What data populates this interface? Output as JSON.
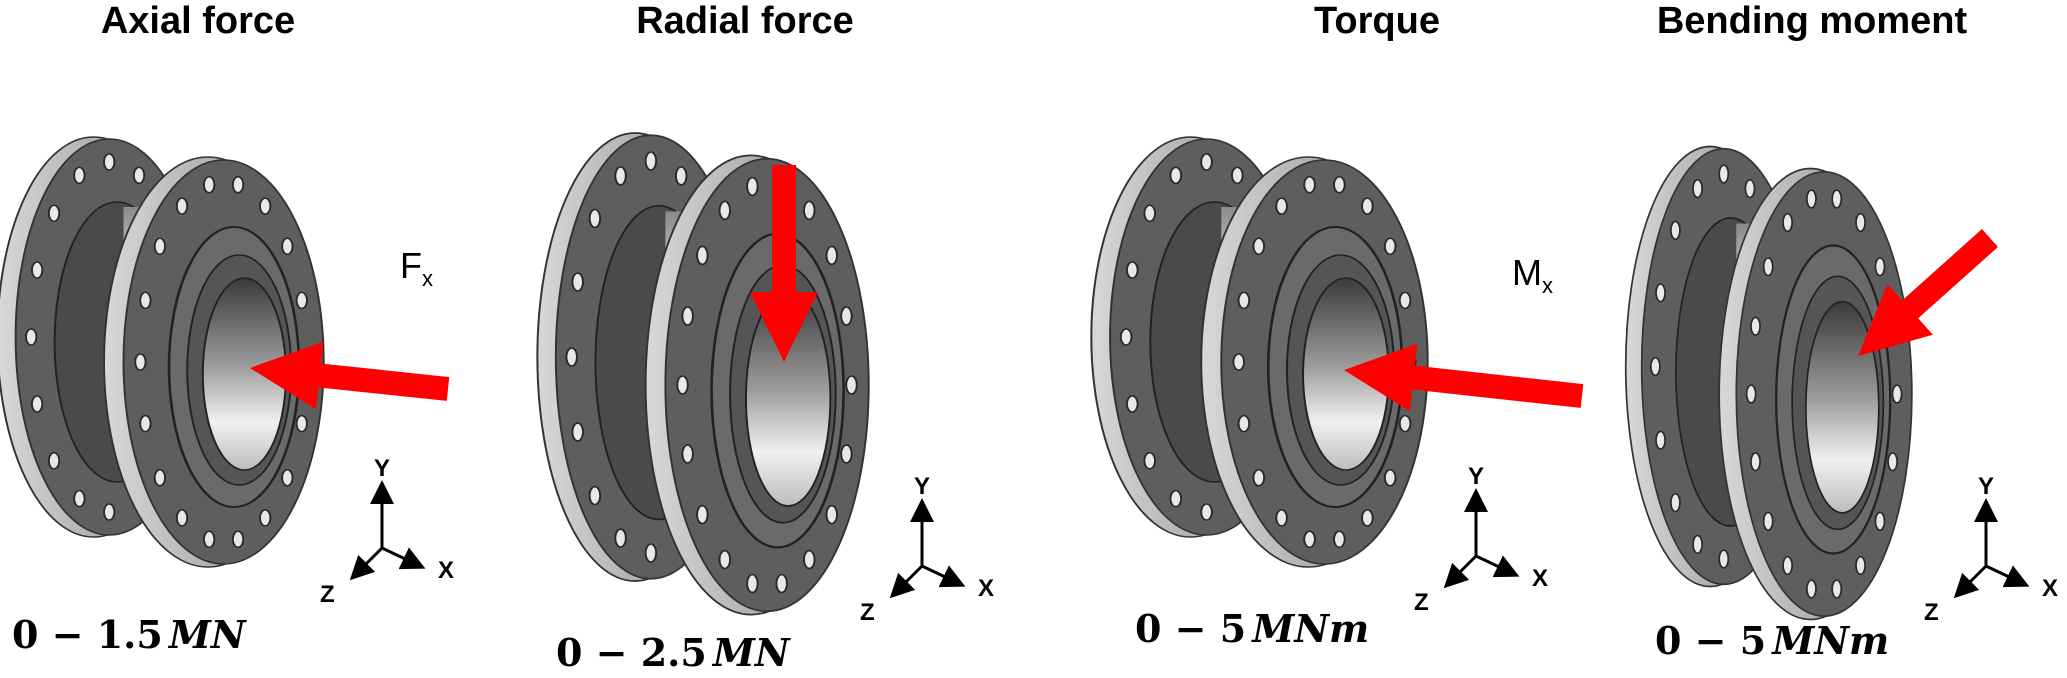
{
  "panels": [
    {
      "title": "Axial force",
      "range_value": "0 − 1.5",
      "range_unit": "MN",
      "load_label": "F",
      "load_sub": "x"
    },
    {
      "title": "Radial force",
      "range_value": "0 − 2.5",
      "range_unit": "MN"
    },
    {
      "title": "Torque",
      "range_value": "0 − 5",
      "range_unit": "MNm",
      "load_label": "M",
      "load_sub": "x"
    },
    {
      "title": "Bending moment",
      "range_value": "0 − 5",
      "range_unit": "MNm"
    }
  ],
  "axes": {
    "x": "X",
    "y": "Y",
    "z": "Z"
  },
  "colors": {
    "arrow": "#ff0000",
    "steel": "#5e5e5e"
  }
}
